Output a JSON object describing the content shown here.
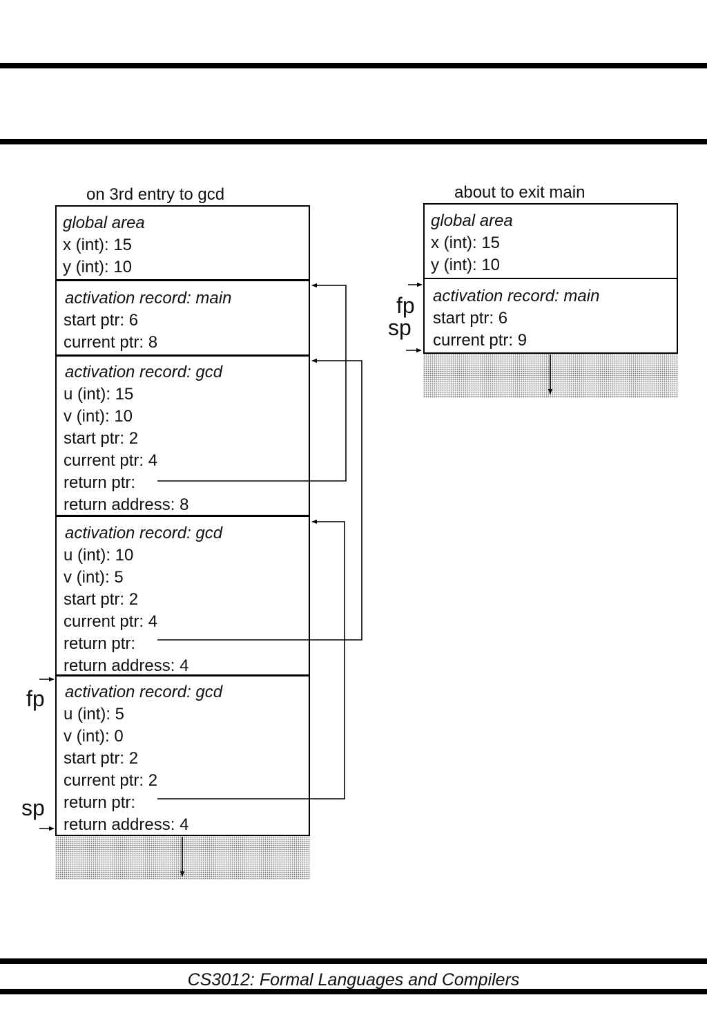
{
  "footer": {
    "course": "CS3012: Formal Languages and Compilers"
  },
  "left": {
    "caption": "on 3rd entry to gcd",
    "global": {
      "title": "global area",
      "x": "x (int): 15",
      "y": "y (int): 10"
    },
    "main": {
      "title": "activation record: main",
      "start": "start ptr: 6",
      "current": "current ptr: 8"
    },
    "gcd1": {
      "title": "activation record: gcd",
      "u": "u (int): 15",
      "v": "v (int): 10",
      "start": "start ptr: 2",
      "current": "current ptr: 4",
      "ret_ptr": "return ptr:",
      "ret_addr": "return address: 8"
    },
    "gcd2": {
      "title": "activation record: gcd",
      "u": "u (int): 10",
      "v": "v (int): 5",
      "start": "start ptr: 2",
      "current": "current ptr: 4",
      "ret_ptr": "return ptr:",
      "ret_addr": "return address: 4"
    },
    "gcd3": {
      "title": "activation record: gcd",
      "u": "u (int): 5",
      "v": "v (int): 0",
      "start": "start ptr: 2",
      "current": "current ptr: 2",
      "ret_ptr": "return ptr:",
      "ret_addr": "return address: 4"
    },
    "fp": "fp",
    "sp": "sp"
  },
  "right": {
    "caption": "about to exit main",
    "global": {
      "title": "global area",
      "x": "x (int): 15",
      "y": "y (int): 10"
    },
    "main": {
      "title": "activation record: main",
      "start": "start ptr: 6",
      "current": "current ptr: 9"
    },
    "fp": "fp",
    "sp": "sp"
  }
}
